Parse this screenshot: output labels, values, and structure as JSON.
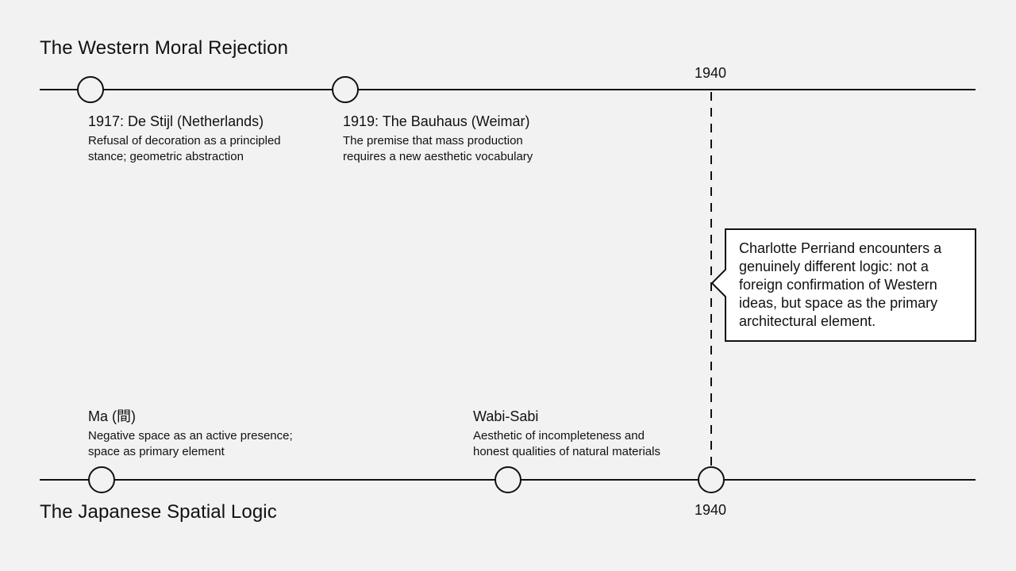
{
  "western": {
    "title": "The Western Moral Rejection",
    "year_marker": "1940",
    "events": [
      {
        "title": "1917: De Stijl (Netherlands)",
        "desc_line1": "Refusal of decoration as a principled",
        "desc_line2": "stance; geometric abstraction"
      },
      {
        "title": "1919: The Bauhaus (Weimar)",
        "desc_line1": "The premise that mass production",
        "desc_line2": "requires a new aesthetic vocabulary"
      }
    ]
  },
  "japanese": {
    "title": "The Japanese Spatial Logic",
    "year_marker": "1940",
    "events": [
      {
        "title": "Ma (間)",
        "desc_line1": "Negative space as an active presence;",
        "desc_line2": "space as primary element"
      },
      {
        "title": "Wabi-Sabi",
        "desc_line1": "Aesthetic of incompleteness and",
        "desc_line2": "honest qualities of natural materials"
      }
    ]
  },
  "callout": {
    "line1": "Charlotte Perriand encounters a",
    "line2": "genuinely different logic: not a",
    "line3": "foreign confirmation of Western",
    "line4": "ideas, but space as the primary",
    "line5": "architectural element."
  },
  "colors": {
    "background": "#f2f2f2",
    "ink": "#111111",
    "node_fill": "#f2f2f2",
    "callout_fill": "#ffffff"
  }
}
